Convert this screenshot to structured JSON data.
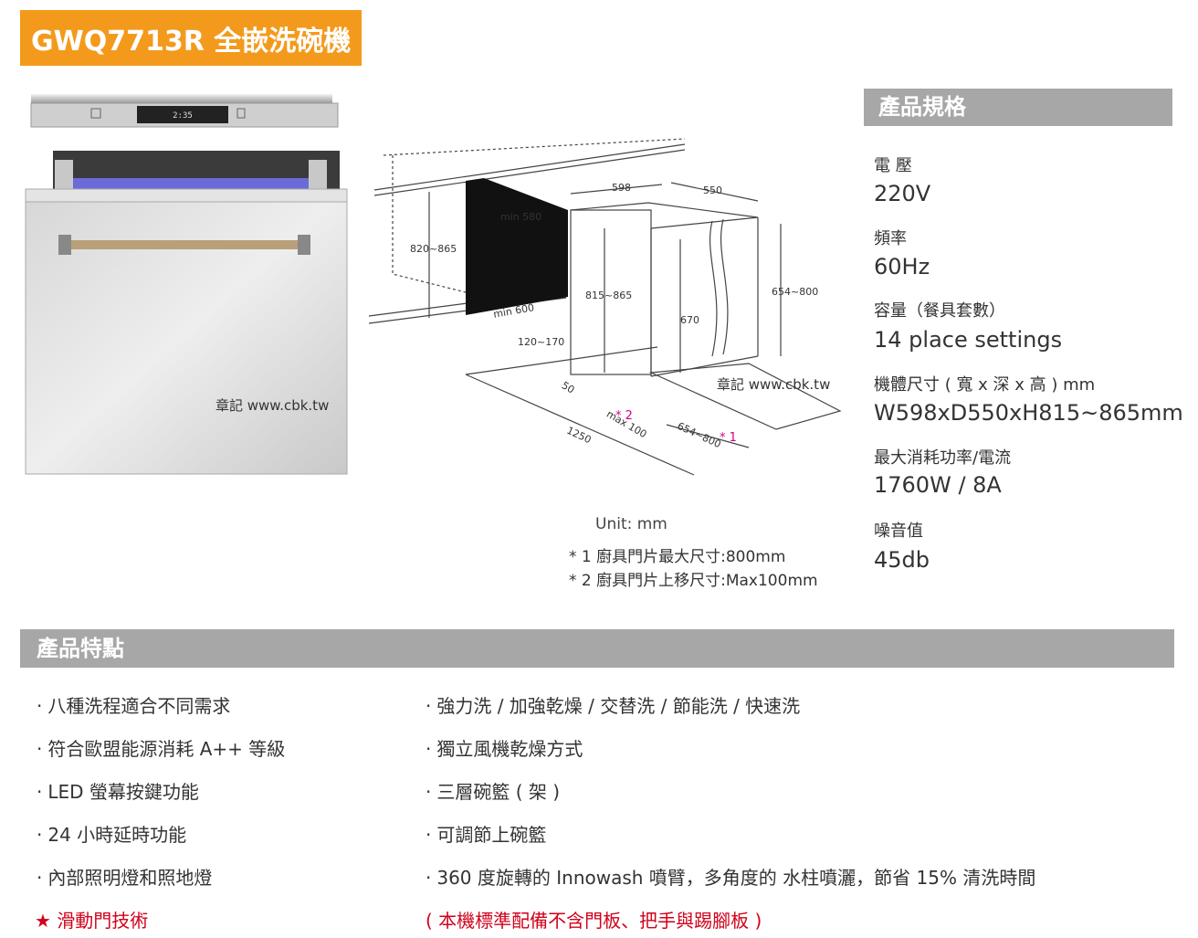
{
  "title": "GWQ7713R 全嵌洗碗機",
  "product_image": {
    "display_time": "2:35",
    "watermark": "章記 www.cbk.tw"
  },
  "diagram": {
    "dims": {
      "d598": "598",
      "d550": "550",
      "min580": "min 580",
      "d820_865": "820~865",
      "d815_865": "815~865",
      "d654_800v": "654~800",
      "d670": "670",
      "min600": "min 600",
      "d120_170": "120~170",
      "d50": "50",
      "d1250": "1250",
      "max100": "max 100",
      "d654_800h": "654~800",
      "star1": "* 1",
      "star2": "* 2"
    },
    "watermark": "章記 www.cbk.tw",
    "unit": "Unit: mm",
    "footnotes": [
      "* 1 廚具門片最大尺寸:800mm",
      "* 2 廚具門片上移尺寸:Max100mm"
    ]
  },
  "specs": {
    "heading": "產品規格",
    "items": [
      {
        "label": "電 壓",
        "value": "220V"
      },
      {
        "label": "頻率",
        "value": "60Hz"
      },
      {
        "label": "容量（餐具套數）",
        "value": "14 place settings"
      },
      {
        "label": "機體尺寸 ( 寬 x 深 x 高 ) mm",
        "value": "W598xD550xH815~865mm"
      },
      {
        "label": "最大消耗功率/電流",
        "value": "1760W / 8A"
      },
      {
        "label": "噪音值",
        "value": "45db"
      }
    ]
  },
  "features": {
    "heading": "產品特點",
    "left": [
      "八種洗程適合不同需求",
      "符合歐盟能源消耗 A++ 等級",
      "LED 螢幕按鍵功能",
      "24 小時延時功能",
      "內部照明燈和照地燈"
    ],
    "left_star": "★ 滑動門技術",
    "right": [
      "強力洗 / 加強乾燥 / 交替洗 / 節能洗 / 快速洗",
      "獨立風機乾燥方式",
      "三層碗籃 ( 架 )",
      "可調節上碗籃",
      "360 度旋轉的 Innowash 噴臂，多角度的  水柱噴灑，節省 15% 清洗時間"
    ],
    "right_note": "( 本機標準配備不含門板、把手與踢腳板 )",
    "bullet": "·"
  },
  "colors": {
    "title_bg": "#f39a1c",
    "heading_bg": "#a7a7a7",
    "accent_red": "#d0021b",
    "star_magenta": "#d4008a"
  }
}
